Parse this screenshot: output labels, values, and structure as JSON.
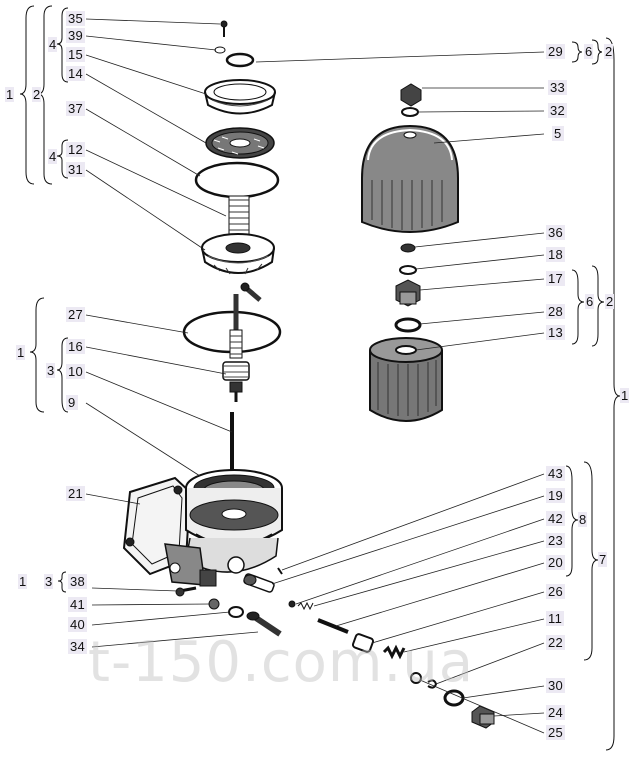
{
  "callouts": {
    "c35": "35",
    "c39": "39",
    "c15": "15",
    "c14": "14",
    "c37": "37",
    "c12": "12",
    "c31": "31",
    "c27": "27",
    "c16": "16",
    "c10": "10",
    "c9": "9",
    "c21": "21",
    "c38": "38",
    "c41": "41",
    "c40": "40",
    "c34": "34",
    "c29": "29",
    "c33": "33",
    "c32": "32",
    "c5": "5",
    "c36": "36",
    "c18": "18",
    "c17": "17",
    "c28": "28",
    "c13": "13",
    "c43": "43",
    "c19": "19",
    "c42": "42",
    "c23": "23",
    "c20": "20",
    "c26": "26",
    "c11": "11",
    "c22": "22",
    "c30": "30",
    "c24": "24",
    "c25": "25"
  },
  "assembly_levels": {
    "a_top_outer": "1",
    "a_top_mid": "2",
    "a_top_4a": "4",
    "a_top_4b": "4",
    "a_mid_outer": "1",
    "a_mid_3": "3",
    "a_bot_1": "1",
    "a_bot_3": "3",
    "a_r_6a": "6",
    "a_r_2a": "2",
    "a_r_6b": "6",
    "a_r_2b": "2",
    "a_r_8": "8",
    "a_r_7": "7",
    "a_r_1": "1"
  },
  "watermark": "t-150.com.ua",
  "colors": {
    "ink": "#111111",
    "label_bg": "#ece9f3",
    "paper": "#ffffff"
  }
}
